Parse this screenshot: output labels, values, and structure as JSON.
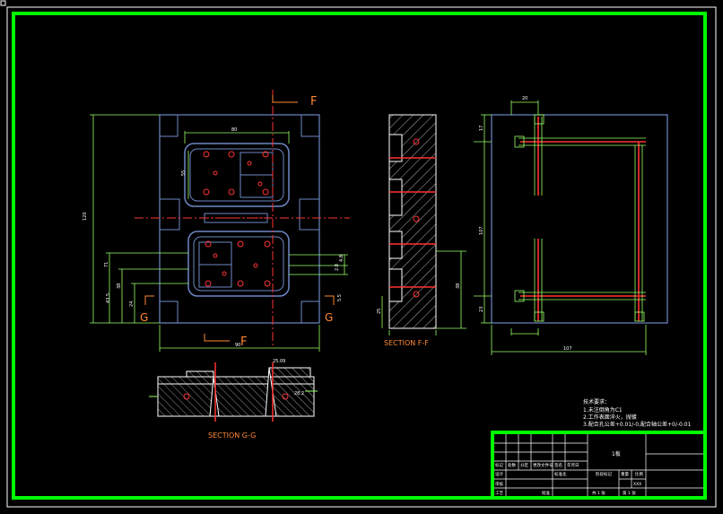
{
  "drawing": {
    "section_ff_label": "SECTION F-F",
    "section_gg_label": "SECTION G-G",
    "cut_label_f": "F",
    "cut_label_g": "G"
  },
  "notes": {
    "heading": "技术要求：",
    "lines": [
      "1.未注倒角为C1",
      "2.工作表面淬火，抛镀",
      "3.配合孔公差+0.01/-0,配合轴公差+0/-0.01"
    ]
  },
  "title_block": {
    "title_center": "1板",
    "r1": [
      "标记",
      "处数",
      "分区",
      "更改文件号",
      "签名",
      "年月日"
    ],
    "r2": [
      "设计",
      "标准化"
    ],
    "stage": [
      "阶段标记",
      "重量",
      "比例"
    ],
    "review": "审核",
    "process": "工艺",
    "approve": "批准",
    "code": "XXX",
    "sheet_total": "共 1 张",
    "sheet_no": "第 1 张"
  },
  "dims": {
    "plan_top": "80",
    "plan_left": "120",
    "plan_bottom": "90",
    "plan_inner": "55",
    "plan_l1": "71",
    "plan_l2": "38",
    "plan_l3": "43.5",
    "plan_l4": "24",
    "plan_r1": "4.8",
    "plan_r2": "2.8",
    "plan_r3": "5.5",
    "sec_ff_left": "25",
    "sec_ff_right": "38",
    "right_top": "20",
    "right_left": "107",
    "right_t1": "17",
    "right_t2": "23",
    "right_bottom": "107",
    "gg_a": "25.09",
    "gg_b": "28.2"
  },
  "colors": {
    "frame": "#00ff00",
    "outline": "#ffffff",
    "mold": "#6e87c4",
    "dim": "#99ff66",
    "hole": "#ff3333",
    "text": "#ffffff"
  }
}
